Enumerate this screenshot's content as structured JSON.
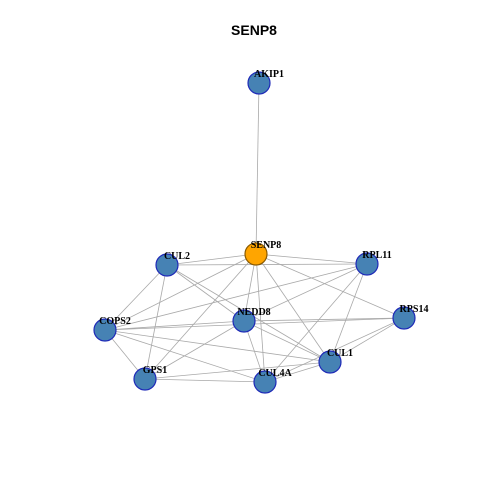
{
  "title": "SENP8",
  "colors": {
    "node_fill": "#4682b4",
    "node_stroke": "#1f2ab8",
    "center_fill": "#ffa500",
    "center_stroke": "#8a5a00",
    "edge": "#a9a9a9"
  },
  "nodes": [
    {
      "id": "AKIP1",
      "label": "AKIP1",
      "center": false
    },
    {
      "id": "SENP8",
      "label": "SENP8",
      "center": true
    },
    {
      "id": "CUL2",
      "label": "CUL2",
      "center": false
    },
    {
      "id": "RPL11",
      "label": "RPL11",
      "center": false
    },
    {
      "id": "NEDD8",
      "label": "NEDD8",
      "center": false
    },
    {
      "id": "RPS14",
      "label": "RPS14",
      "center": false
    },
    {
      "id": "COPS2",
      "label": "COPS2",
      "center": false
    },
    {
      "id": "CUL1",
      "label": "CUL1",
      "center": false
    },
    {
      "id": "GPS1",
      "label": "GPS1",
      "center": false
    },
    {
      "id": "CUL4A",
      "label": "CUL4A",
      "center": false
    }
  ],
  "edges": [
    [
      "SENP8",
      "AKIP1"
    ],
    [
      "SENP8",
      "CUL2"
    ],
    [
      "SENP8",
      "RPL11"
    ],
    [
      "SENP8",
      "RPS14"
    ],
    [
      "SENP8",
      "NEDD8"
    ],
    [
      "SENP8",
      "COPS2"
    ],
    [
      "SENP8",
      "GPS1"
    ],
    [
      "SENP8",
      "CUL1"
    ],
    [
      "SENP8",
      "CUL4A"
    ],
    [
      "CUL2",
      "RPL11"
    ],
    [
      "CUL2",
      "COPS2"
    ],
    [
      "CUL2",
      "NEDD8"
    ],
    [
      "CUL2",
      "GPS1"
    ],
    [
      "CUL2",
      "CUL1"
    ],
    [
      "RPL11",
      "NEDD8"
    ],
    [
      "RPL11",
      "COPS2"
    ],
    [
      "RPL11",
      "CUL1"
    ],
    [
      "RPL11",
      "CUL4A"
    ],
    [
      "RPS14",
      "NEDD8"
    ],
    [
      "RPS14",
      "CUL1"
    ],
    [
      "RPS14",
      "CUL4A"
    ],
    [
      "RPS14",
      "COPS2"
    ],
    [
      "NEDD8",
      "COPS2"
    ],
    [
      "NEDD8",
      "GPS1"
    ],
    [
      "NEDD8",
      "CUL1"
    ],
    [
      "NEDD8",
      "CUL4A"
    ],
    [
      "COPS2",
      "GPS1"
    ],
    [
      "COPS2",
      "CUL1"
    ],
    [
      "COPS2",
      "CUL4A"
    ],
    [
      "GPS1",
      "CUL1"
    ],
    [
      "GPS1",
      "CUL4A"
    ],
    [
      "CUL1",
      "CUL4A"
    ]
  ]
}
